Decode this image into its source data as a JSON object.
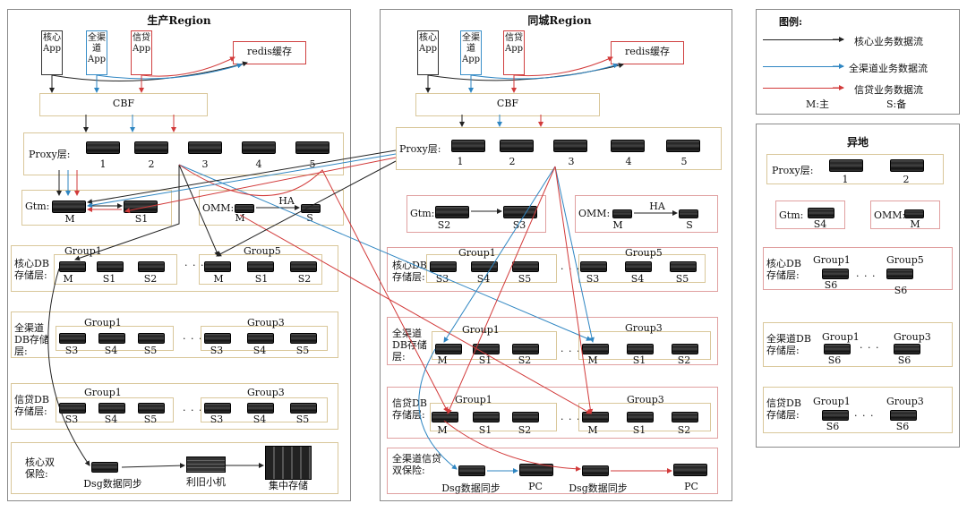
{
  "colors": {
    "core": "#222222",
    "all_channel": "#2f86c2",
    "credit": "#d23a3a"
  },
  "prod": {
    "title": "生产Region",
    "apps": [
      {
        "label": "核心App"
      },
      {
        "label": "全渠道App"
      },
      {
        "label": "信贷App"
      }
    ],
    "redis": "redis缓存",
    "cbf": "CBF",
    "proxy": {
      "label": "Proxy层:",
      "nums": [
        "1",
        "2",
        "3",
        "4",
        "5"
      ]
    },
    "gtm": {
      "label": "Gtm:",
      "m": "M",
      "s1": "S1"
    },
    "omm": {
      "label": "OMM:",
      "ha": "HA",
      "m": "M",
      "s": "S"
    },
    "core_db": {
      "label": "核心DB存储层:",
      "g1": "Group1",
      "g5": "Group5",
      "g1_nodes": [
        "M",
        "S1",
        "S2"
      ],
      "g5_nodes": [
        "M",
        "S1",
        "S2"
      ],
      "dots": "· · ·"
    },
    "all_db": {
      "label": "全渠道DB存储层:",
      "g1": "Group1",
      "g3": "Group3",
      "g1_nodes": [
        "S3",
        "S4",
        "S5"
      ],
      "g3_nodes": [
        "S3",
        "S4",
        "S5"
      ],
      "dots": "· · ·"
    },
    "credit_db": {
      "label": "信贷DB存储层:",
      "g1": "Group1",
      "g3": "Group3",
      "g1_nodes": [
        "S3",
        "S4",
        "S5"
      ],
      "g3_nodes": [
        "S3",
        "S4",
        "S5"
      ],
      "dots": "· · ·"
    },
    "backup": {
      "label": "核心双保险:",
      "dsg": "Dsg数据同步",
      "mini": "利旧小机",
      "central": "集中存储"
    }
  },
  "city": {
    "title": "同城Region",
    "apps": [
      {
        "label": "核心App"
      },
      {
        "label": "全渠道App"
      },
      {
        "label": "信贷App"
      }
    ],
    "redis": "redis缓存",
    "cbf": "CBF",
    "proxy": {
      "label": "Proxy层:",
      "nums": [
        "1",
        "2",
        "3",
        "4",
        "5"
      ]
    },
    "gtm": {
      "label": "Gtm:",
      "s2": "S2",
      "s3": "S3"
    },
    "omm": {
      "label": "OMM:",
      "ha": "HA",
      "m": "M",
      "s": "S"
    },
    "core_db": {
      "label": "核心DB存储层:",
      "g1": "Group1",
      "g5": "Group5",
      "g1_nodes": [
        "S3",
        "S4",
        "S5"
      ],
      "g5_nodes": [
        "S3",
        "S4",
        "S5"
      ],
      "dots": "· · ·"
    },
    "all_db": {
      "label": "全渠道DB存储层:",
      "g1": "Group1",
      "g3": "Group3",
      "g1_nodes": [
        "M",
        "S1",
        "S2"
      ],
      "g3_nodes": [
        "M",
        "S1",
        "S2"
      ],
      "dots": "· · ·"
    },
    "credit_db": {
      "label": "信贷DB存储层:",
      "g1": "Group1",
      "g3": "Group3",
      "g1_nodes": [
        "M",
        "S1",
        "S2"
      ],
      "g3_nodes": [
        "M",
        "S1",
        "S2"
      ],
      "dots": "· · ·"
    },
    "backup": {
      "label": "全渠道信贷双保险:",
      "dsg1": "Dsg数据同步",
      "pc1": "PC",
      "dsg2": "Dsg数据同步",
      "pc2": "PC"
    }
  },
  "legend": {
    "title": "图例:",
    "items": [
      {
        "label": "核心业务数据流"
      },
      {
        "label": "全渠道业务数据流"
      },
      {
        "label": "信贷业务数据流"
      }
    ],
    "m": "M:主",
    "s": "S:备"
  },
  "remote": {
    "title": "异地",
    "proxy": {
      "label": "Proxy层:",
      "nums": [
        "1",
        "2"
      ]
    },
    "gtm": {
      "label": "Gtm:",
      "node": "S4"
    },
    "omm": {
      "label": "OMM:",
      "node": "M"
    },
    "core_db": {
      "label": "核心DB存储层:",
      "g1": "Group1",
      "g5": "Group5",
      "n1": "S6",
      "n2": "S6",
      "dots": "· · ·"
    },
    "all_db": {
      "label": "全渠道DB存储层:",
      "g1": "Group1",
      "g3": "Group3",
      "n1": "S6",
      "n2": "S6",
      "dots": "· · ·"
    },
    "credit_db": {
      "label": "信贷DB存储层:",
      "g1": "Group1",
      "g3": "Group3",
      "n1": "S6",
      "n2": "S6",
      "dots": "· · ·"
    }
  }
}
